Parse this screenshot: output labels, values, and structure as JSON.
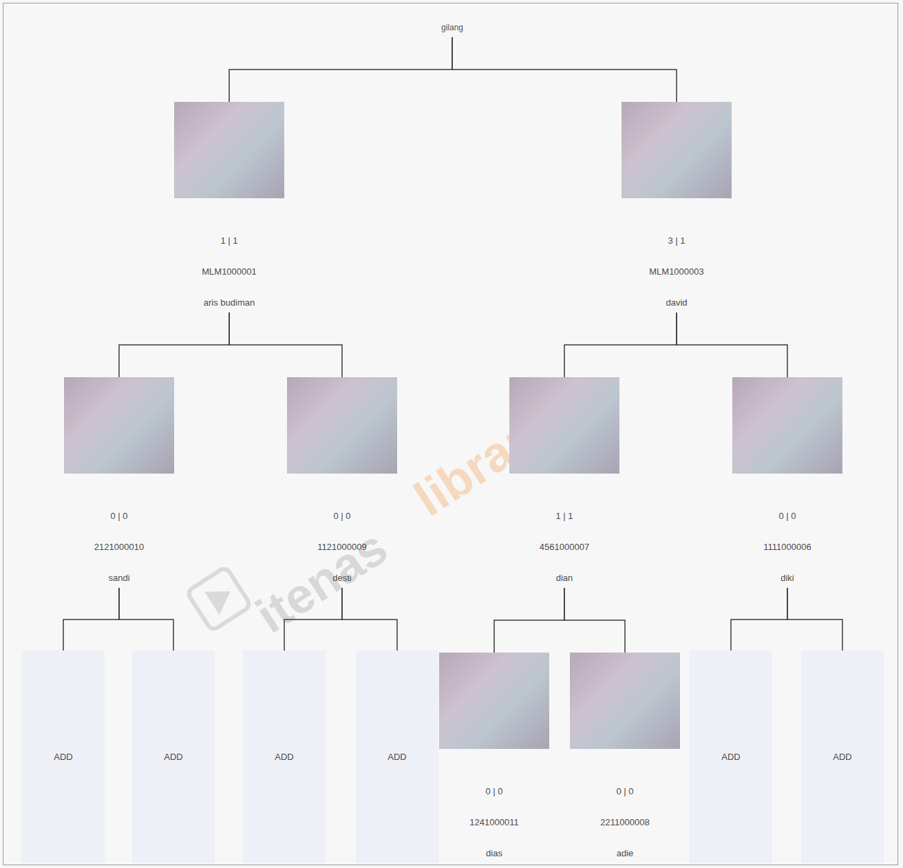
{
  "diagram": {
    "nodes": [
      {
        "text": [
          "gilang"
        ]
      },
      {
        "text": [
          "1 | 1",
          "MLM1000001",
          "aris budiman"
        ]
      },
      {
        "text": [
          "3 | 1",
          "MLM1000003",
          "david"
        ]
      },
      {
        "text": [
          "0 | 0",
          "2121000010",
          "sandi"
        ]
      },
      {
        "text": [
          "0 | 0",
          "1121000009",
          "desti"
        ]
      },
      {
        "text": [
          "1 | 1",
          "4561000007",
          "dian"
        ]
      },
      {
        "text": [
          "0 | 0",
          "1111000006",
          "diki"
        ]
      },
      {
        "text": [
          "ADD"
        ]
      },
      {
        "text": [
          "ADD"
        ]
      },
      {
        "text": [
          "ADD"
        ]
      },
      {
        "text": [
          "ADD"
        ]
      },
      {
        "text": [
          "0 | 0",
          "1241000011",
          "dias"
        ]
      },
      {
        "text": [
          "0 | 0",
          "2211000008",
          "adie"
        ]
      },
      {
        "text": [
          "ADD"
        ]
      },
      {
        "text": [
          "ADD"
        ]
      }
    ],
    "edges": [
      {
        "from": 0,
        "to": 1,
        "arrow": "none"
      },
      {
        "from": 0,
        "to": 2,
        "arrow": "none"
      },
      {
        "from": 1,
        "to": 3,
        "arrow": "none"
      },
      {
        "from": 1,
        "to": 4,
        "arrow": "none"
      },
      {
        "from": 2,
        "to": 5,
        "arrow": "none"
      },
      {
        "from": 2,
        "to": 6,
        "arrow": "none"
      },
      {
        "from": 3,
        "to": 7,
        "arrow": "none"
      },
      {
        "from": 3,
        "to": 8,
        "arrow": "none"
      },
      {
        "from": 4,
        "to": 9,
        "arrow": "none"
      },
      {
        "from": 4,
        "to": 10,
        "arrow": "none"
      },
      {
        "from": 5,
        "to": 11,
        "arrow": "none"
      },
      {
        "from": 5,
        "to": 12,
        "arrow": "none"
      },
      {
        "from": 6,
        "to": 13,
        "arrow": "none"
      },
      {
        "from": 6,
        "to": 14,
        "arrow": "none"
      }
    ],
    "labels": [
      "itenas",
      "library"
    ]
  }
}
